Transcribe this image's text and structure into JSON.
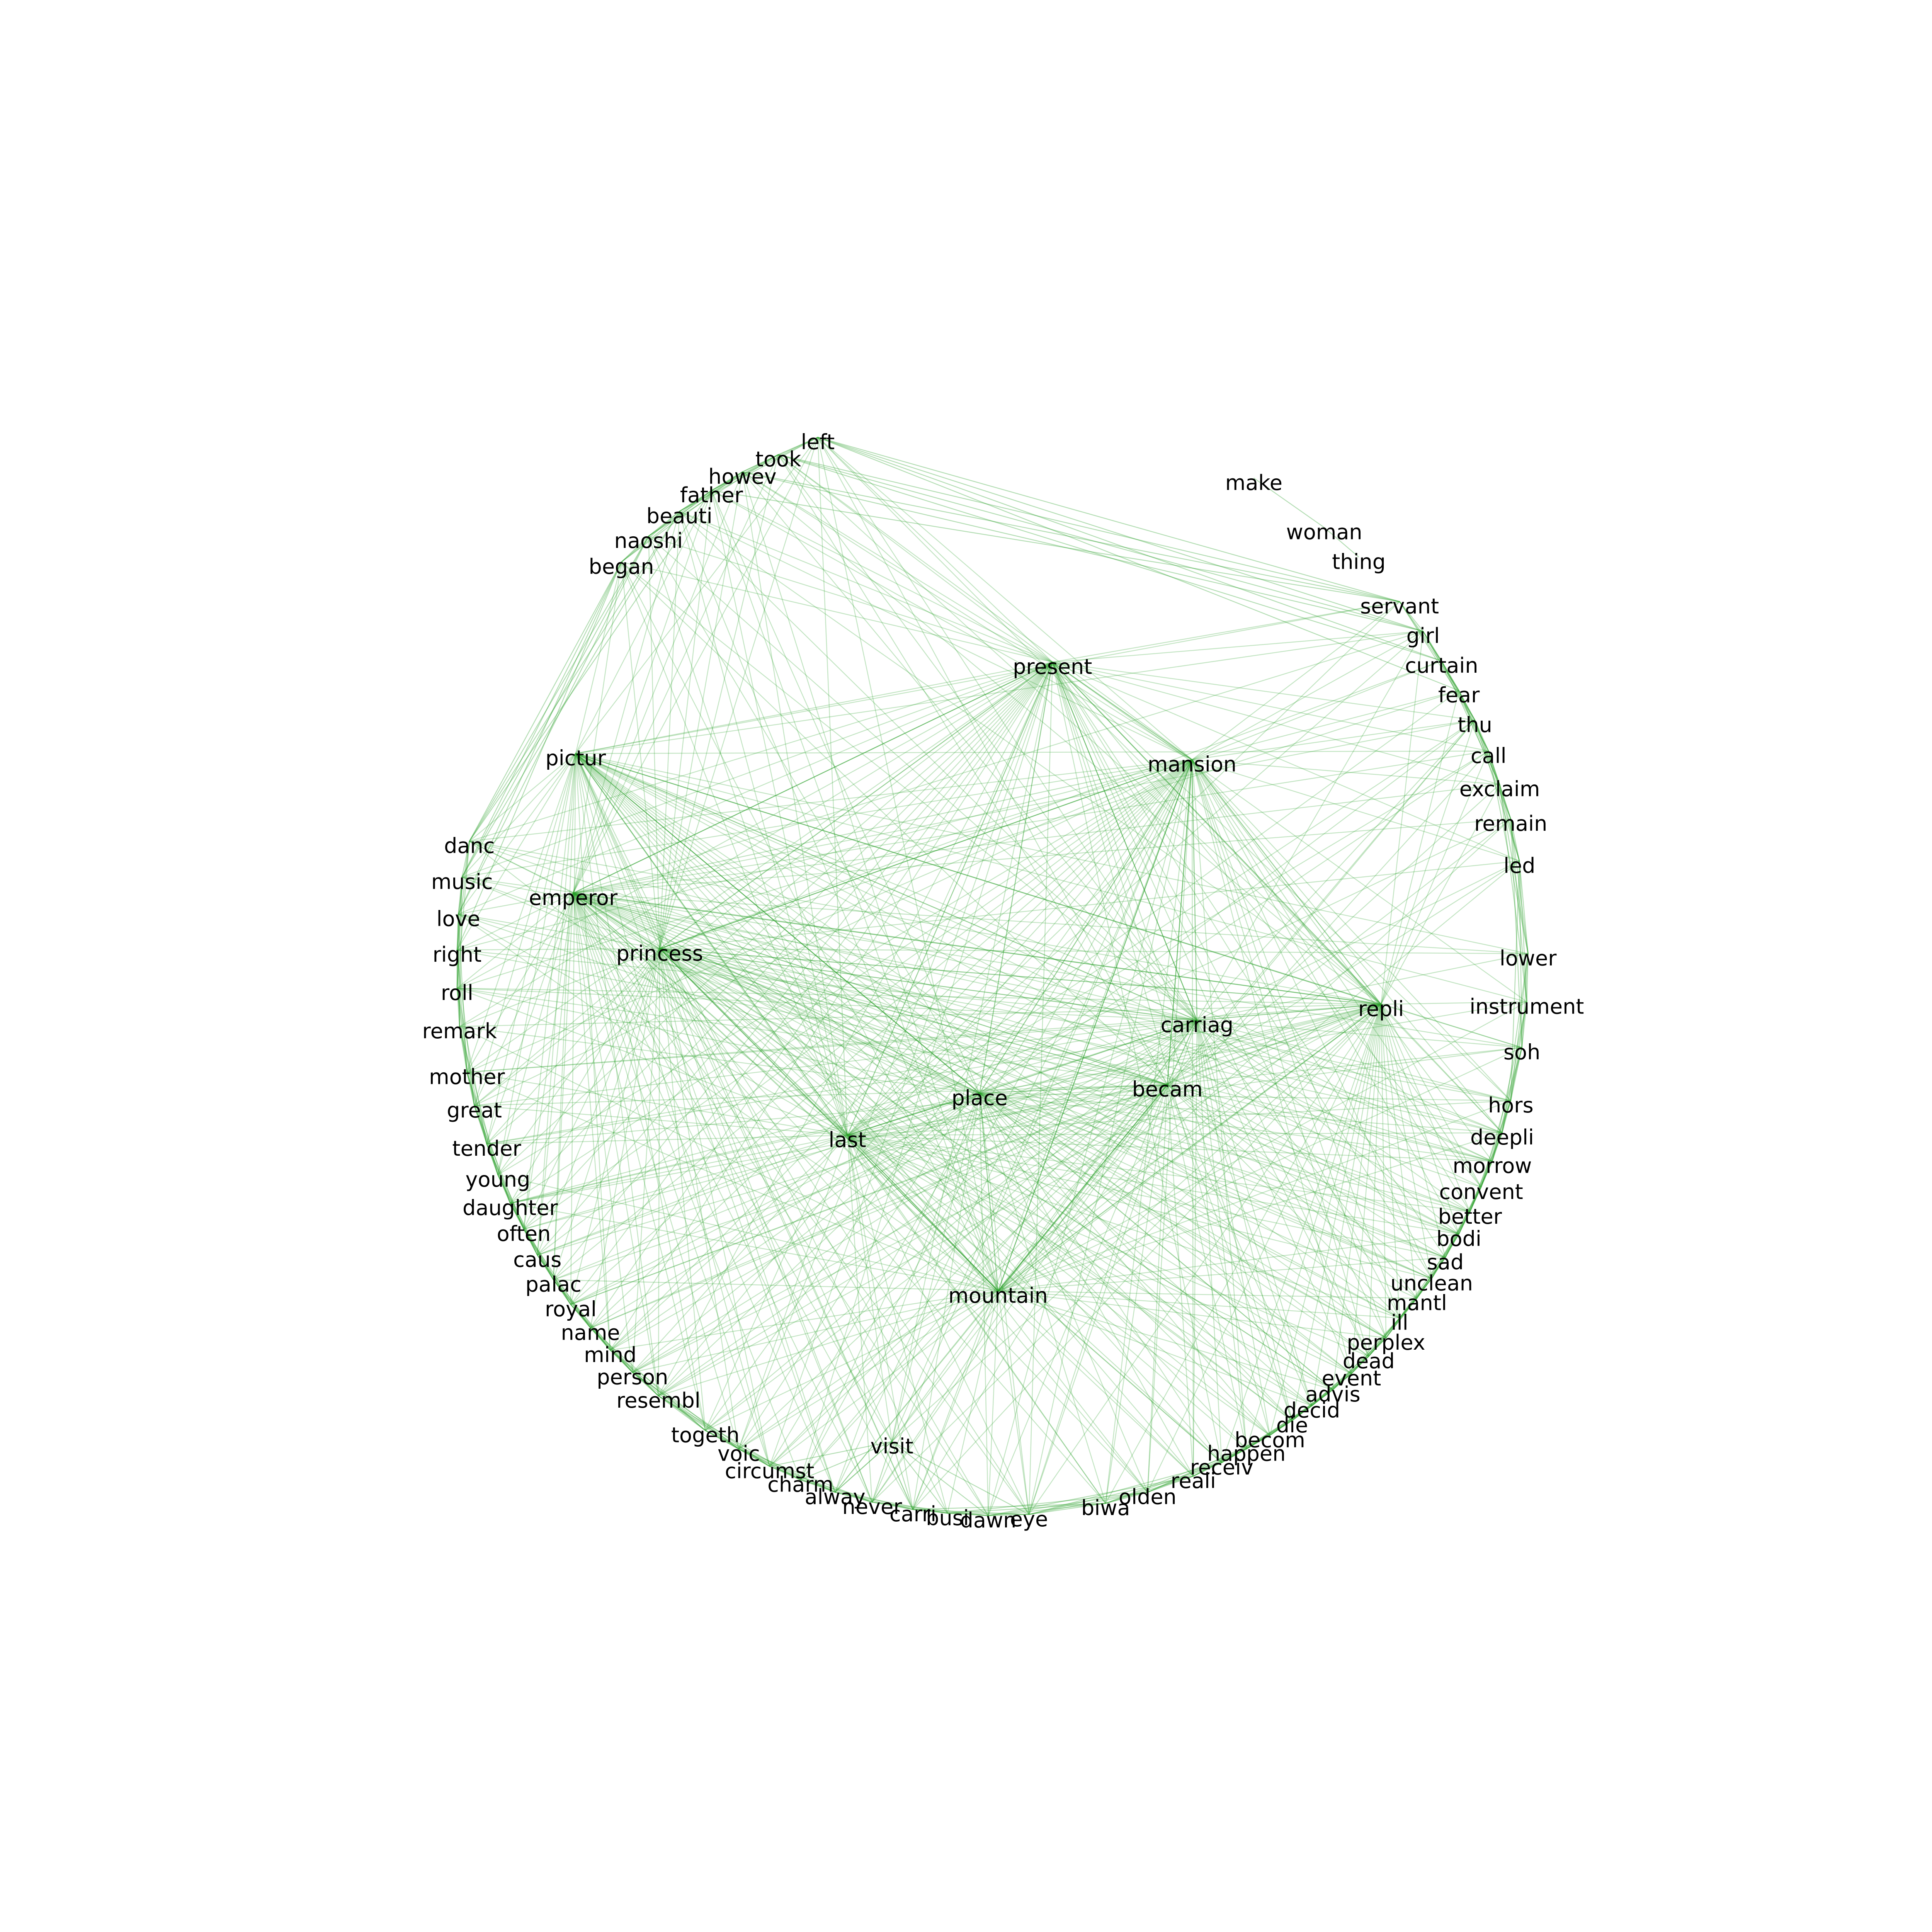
{
  "colors": {
    "background": "#ffffff",
    "edge": "#2ca02c",
    "label": "#000000"
  },
  "graph": {
    "nodes": [
      "make",
      "woman",
      "thing",
      "left",
      "took",
      "howev",
      "father",
      "beauti",
      "naoshi",
      "began",
      "present",
      "mansion",
      "pictur",
      "servant",
      "girl",
      "curtain",
      "fear",
      "thu",
      "call",
      "exclaim",
      "remain",
      "led",
      "danc",
      "music",
      "emperor",
      "love",
      "princess",
      "right",
      "roll",
      "remark",
      "lower",
      "instrument",
      "carriag",
      "repli",
      "soh",
      "mother",
      "place",
      "becam",
      "hors",
      "great",
      "last",
      "tender",
      "deepli",
      "morrow",
      "young",
      "convent",
      "daughter",
      "better",
      "often",
      "bodi",
      "caus",
      "sad",
      "palac",
      "unclean",
      "mountain",
      "mantl",
      "royal",
      "ill",
      "name",
      "perplex",
      "mind",
      "dead",
      "person",
      "event",
      "advis",
      "resembl",
      "decid",
      "die",
      "becom",
      "happen",
      "togeth",
      "visit",
      "receiv",
      "voic",
      "reali",
      "circumst",
      "charm",
      "olden",
      "alway",
      "biwa",
      "never",
      "carri",
      "busi",
      "dawn",
      "eye"
    ],
    "hubs": [
      "present",
      "mansion",
      "pictur",
      "emperor",
      "princess",
      "carriag",
      "repli",
      "place",
      "becam",
      "last",
      "mountain"
    ]
  }
}
